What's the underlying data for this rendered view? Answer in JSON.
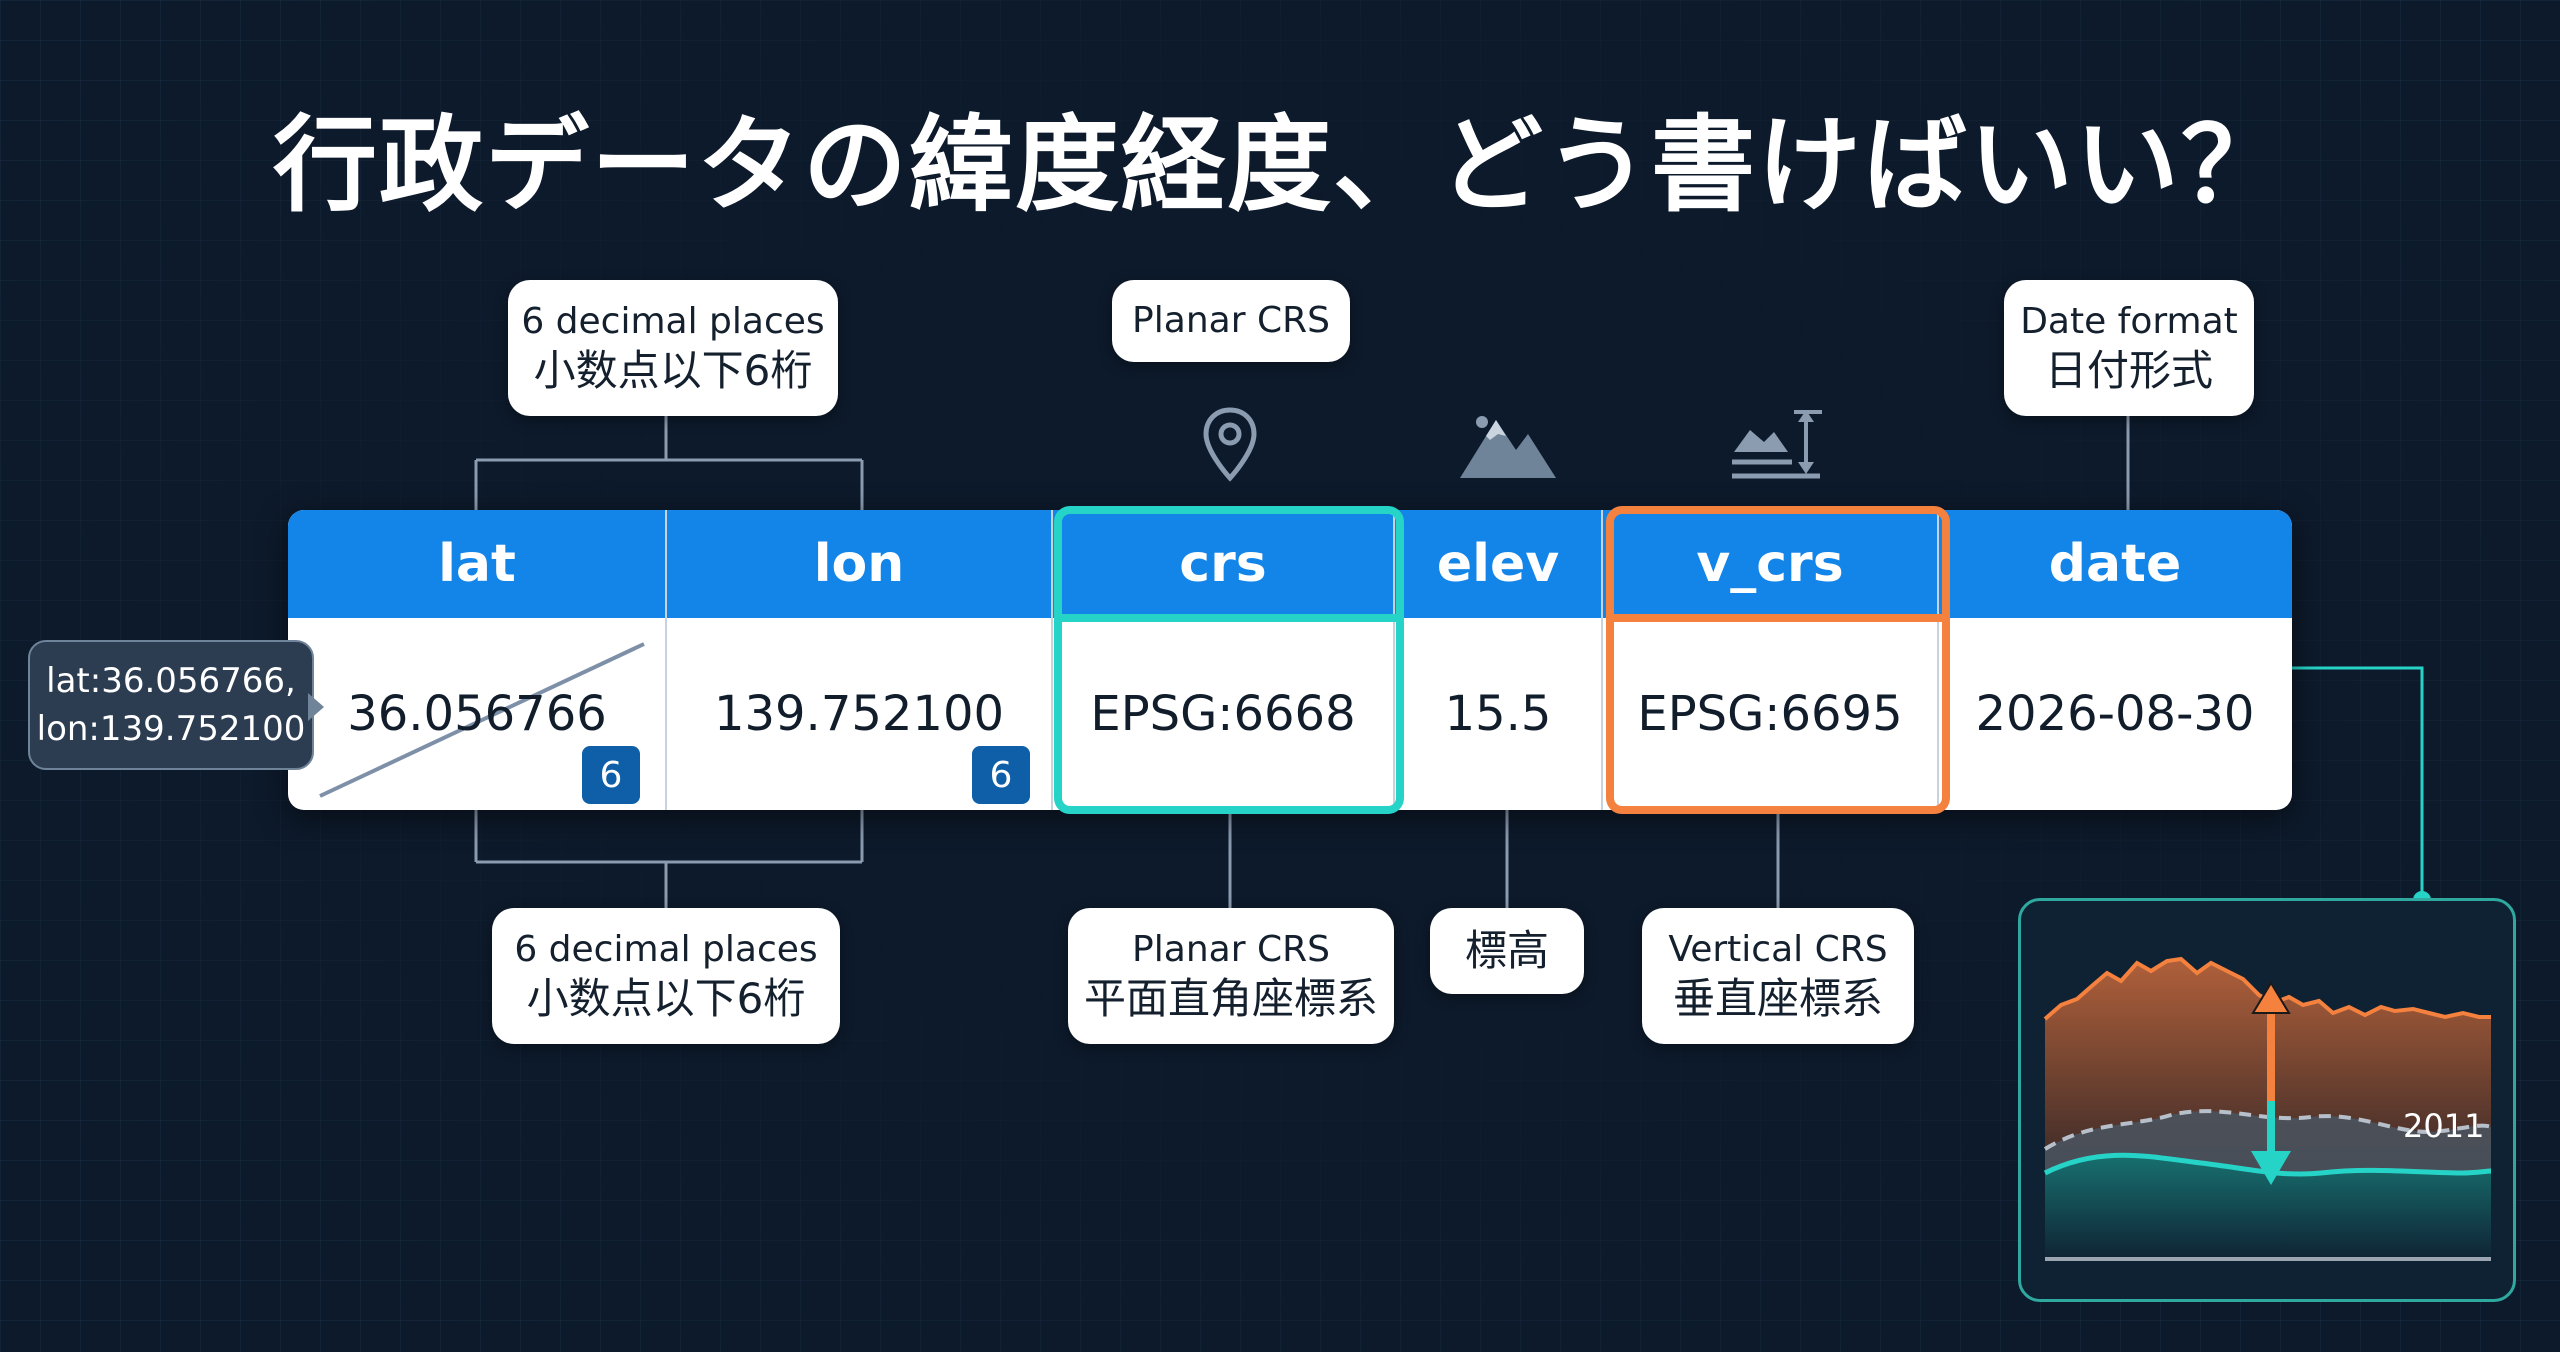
{
  "title": "行政データの緯度経度、どう書けばいい？",
  "colors": {
    "background": "#0d1a2b",
    "header_blue": "#1485e8",
    "teal": "#26d3c7",
    "orange": "#f5813f",
    "badge": "#0e5fa8"
  },
  "callouts_top": {
    "decimal": {
      "line1": "6 decimal places",
      "line2": "小数点以下6桁"
    },
    "planar": {
      "line1": "Planar CRS"
    },
    "date": {
      "line1": "Date format",
      "line2": "日付形式"
    }
  },
  "icons": [
    "map-pin-icon",
    "mountain-icon",
    "vertical-datum-icon"
  ],
  "table": {
    "headers": [
      "lat",
      "lon",
      "crs",
      "elev",
      "v_crs",
      "date"
    ],
    "values": [
      "36.056766",
      "139.752100",
      "EPSG:6668",
      "15.5",
      "EPSG:6695",
      "2026-08-30"
    ],
    "badges": {
      "lat": "6",
      "lon": "6"
    }
  },
  "tooltip": {
    "line1": "lat:36.056766,",
    "line2": "lon:139.752100"
  },
  "callouts_bottom": {
    "decimal": {
      "line1": "6 decimal places",
      "line2": "小数点以下6桁"
    },
    "planar": {
      "line1": "Planar CRS",
      "line2": "平面直角座標系"
    },
    "elev": {
      "line1": "標高"
    },
    "vertical": {
      "line1": "Vertical CRS",
      "line2": "垂直座標系"
    }
  },
  "chart_data": {
    "type": "area",
    "annotation": "2011",
    "series": [
      {
        "color": "#f5813f",
        "style": "filled-area"
      },
      {
        "color": "#9aa5b1",
        "style": "dashed"
      },
      {
        "color": "#26d3c7",
        "style": "filled-area"
      }
    ],
    "marker": "double-arrow"
  }
}
